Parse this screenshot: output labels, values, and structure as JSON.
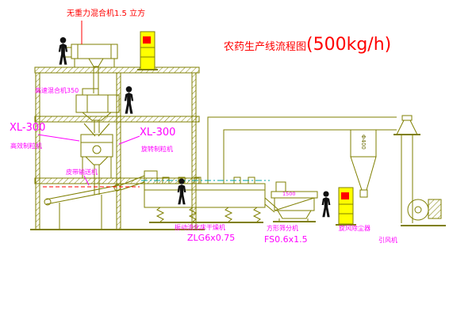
{
  "title": {
    "text": "农药生产线流程图",
    "capacity": "(500kg/h)"
  },
  "labels": {
    "gravity_mixer": "无重力混合机1.5 立方",
    "high_speed_mixer": "高速混合机350",
    "granulator_left_model": "XL-300",
    "granulator_left_name": "高效制粒机",
    "granulator_right_model": "XL-300",
    "granulator_right_name": "旋转制粒机",
    "belt_conveyor": "皮带输送机",
    "dryer_name": "振动流化床干燥机",
    "dryer_model": "ZLG6x0.75",
    "sifter_name": "方形筛分机",
    "sifter_model": "FS0.6x1.5",
    "cyclone_dust_collector": "旋风除尘器",
    "induced_fan": "引风机",
    "cyclone_dim": "Φ400",
    "sifter_dim": "1500"
  },
  "colors": {
    "line_olive": "#7f7f00",
    "label_magenta": "#ff00ff",
    "label_red": "#ff0000",
    "panel_yellow": "#ffff00",
    "figure_black": "#111111",
    "centerline_cyan": "#00a5a5"
  }
}
